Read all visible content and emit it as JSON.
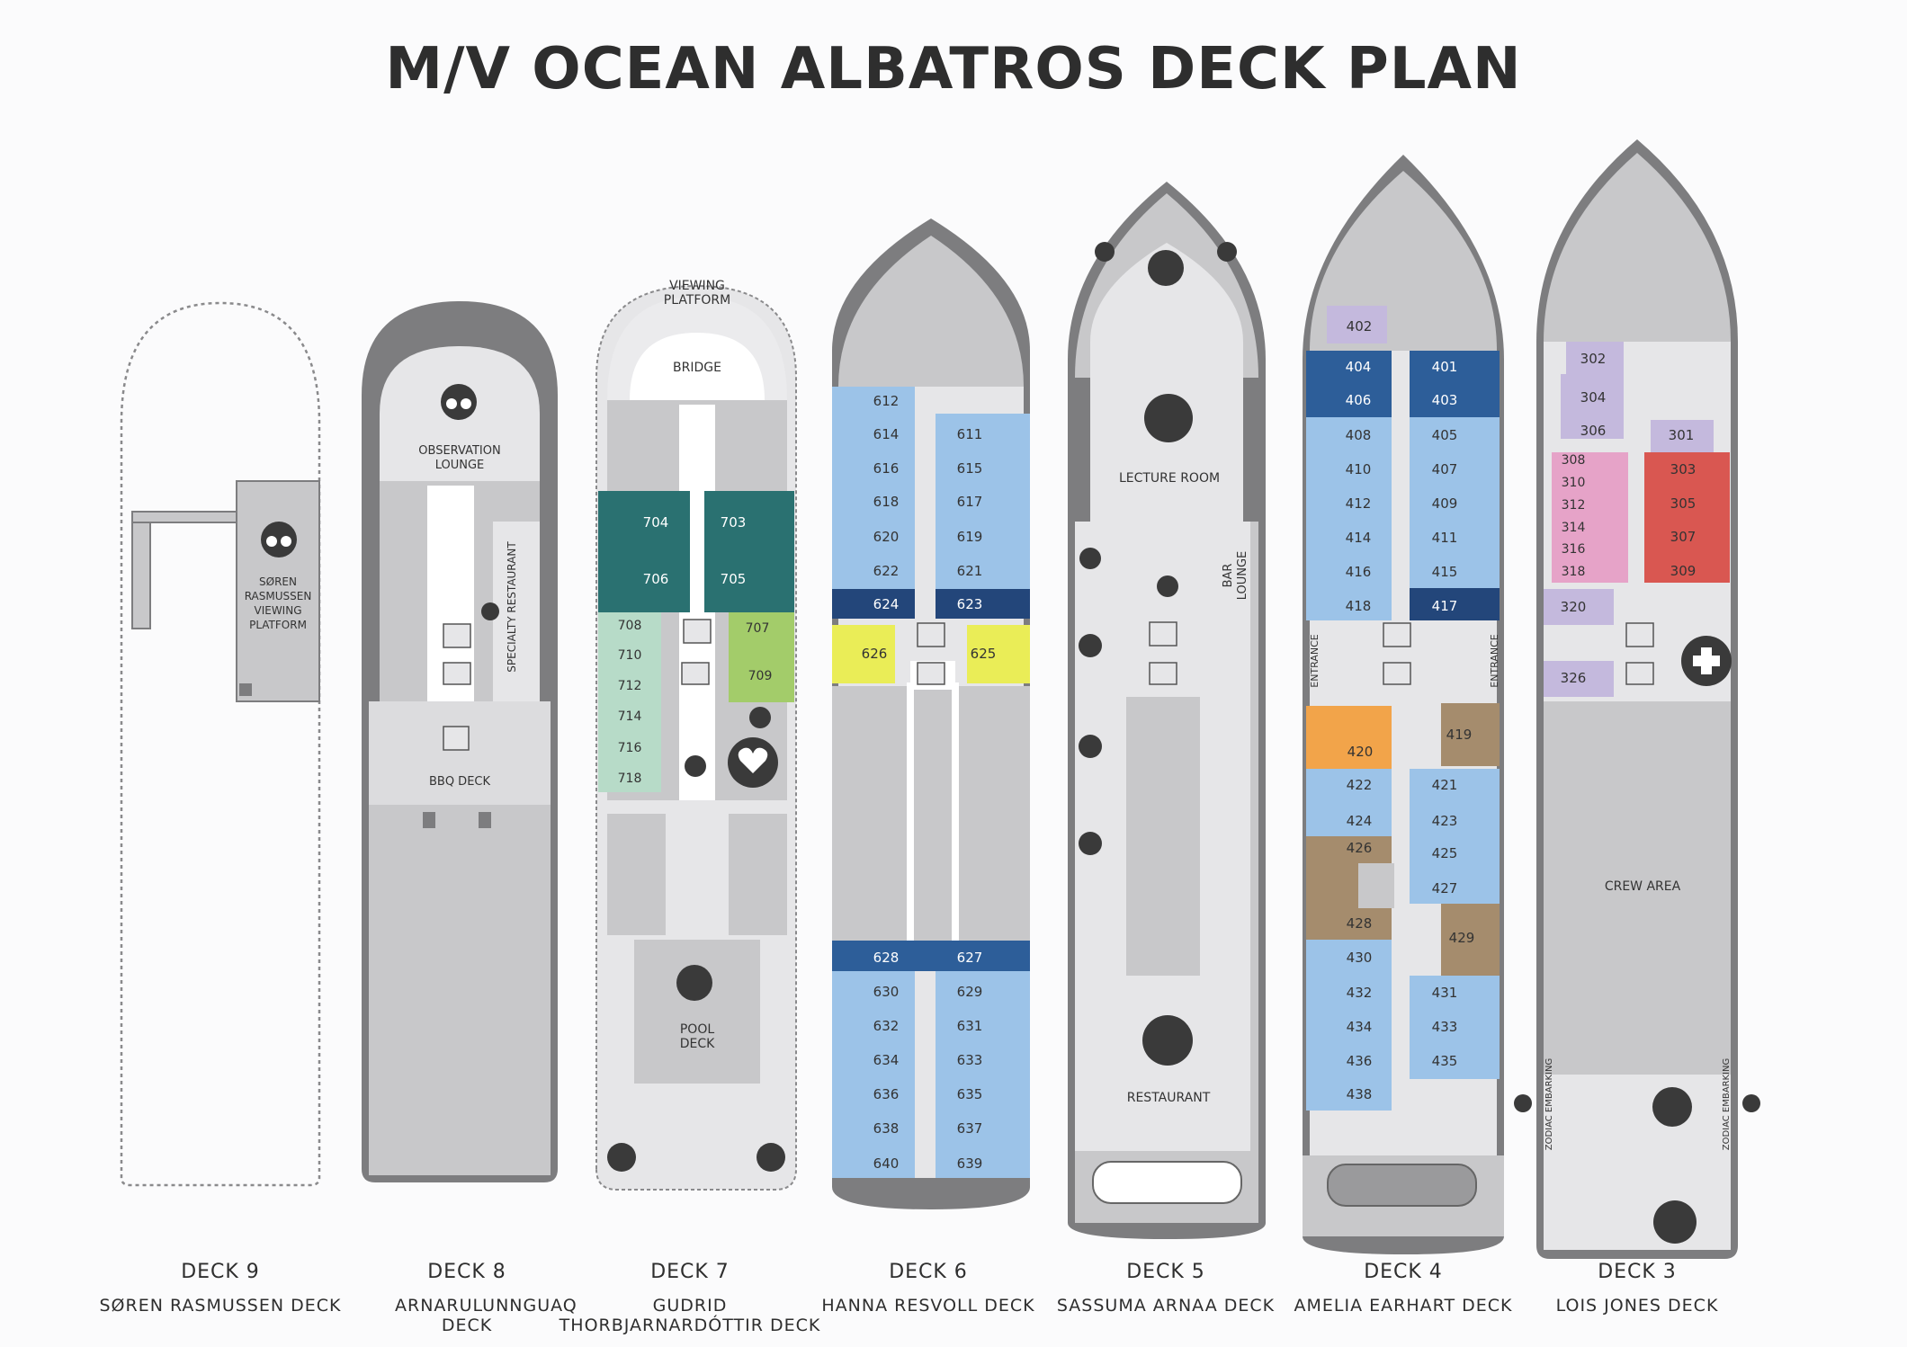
{
  "title": "M/V OCEAN ALBATROS DECK PLAN",
  "colors": {
    "hull": "#7d7d7f",
    "deck_floor": "#c8c8ca",
    "inner": "#e6e6e8",
    "light_blue": "#9cc3e8",
    "mid_blue": "#2d5e99",
    "dark_blue": "#23467a",
    "teal": "#2a7171",
    "mint": "#b7dbc8",
    "lime": "#a3cc6a",
    "yellow": "#eaed57",
    "lavender": "#c4b9dd",
    "pink": "#e6a3c8",
    "red": "#d95751",
    "orange": "#f2a44a",
    "brown": "#a58c6d"
  },
  "decks": [
    {
      "id": "9",
      "label": "DECK 9",
      "name": "SØREN RASMUSSEN DECK"
    },
    {
      "id": "8",
      "label": "DECK 8",
      "name": "ARNARULUNNGUAQ DECK"
    },
    {
      "id": "7",
      "label": "DECK 7",
      "name": "GUDRID THORBJARNARDÓTTIR DECK"
    },
    {
      "id": "6",
      "label": "DECK 6",
      "name": "HANNA RESVOLL DECK"
    },
    {
      "id": "5",
      "label": "DECK 5",
      "name": "SASSUMA ARNAA DECK"
    },
    {
      "id": "4",
      "label": "DECK 4",
      "name": "AMELIA EARHART DECK"
    },
    {
      "id": "3",
      "label": "DECK 3",
      "name": "LOIS JONES DECK"
    }
  ],
  "areas": {
    "soren_platform": [
      "SØREN",
      "RASMUSSEN",
      "VIEWING",
      "PLATFORM"
    ],
    "observation_lounge": [
      "OBSERVATION",
      "LOUNGE"
    ],
    "specialty_restaurant": "SPECIALTY RESTAURANT",
    "bbq_deck": "BBQ DECK",
    "viewing_platform": [
      "VIEWING",
      "PLATFORM"
    ],
    "bridge": "BRIDGE",
    "pool_deck": [
      "POOL",
      "DECK"
    ],
    "lecture_room": "LECTURE ROOM",
    "bar_lounge": [
      "BAR",
      "LOUNGE"
    ],
    "restaurant": "RESTAURANT",
    "entrance": "ENTRANCE",
    "crew_area": "CREW AREA",
    "zodiac_embarking": "ZODIAC EMBARKING"
  },
  "cabins": {
    "deck7": [
      "704",
      "703",
      "706",
      "705",
      "708",
      "710",
      "712",
      "714",
      "716",
      "718",
      "707",
      "709"
    ],
    "deck6": [
      "612",
      "611",
      "614",
      "616",
      "615",
      "618",
      "617",
      "620",
      "619",
      "622",
      "621",
      "624",
      "623",
      "626",
      "625",
      "628",
      "627",
      "630",
      "629",
      "632",
      "631",
      "634",
      "633",
      "636",
      "635",
      "638",
      "637",
      "640",
      "639"
    ],
    "deck4": [
      "402",
      "404",
      "401",
      "406",
      "403",
      "408",
      "405",
      "410",
      "407",
      "412",
      "409",
      "414",
      "411",
      "416",
      "415",
      "418",
      "417",
      "420",
      "419",
      "422",
      "421",
      "424",
      "423",
      "426",
      "425",
      "427",
      "428",
      "429",
      "430",
      "432",
      "431",
      "434",
      "433",
      "436",
      "435",
      "438"
    ],
    "deck3": [
      "302",
      "304",
      "306",
      "301",
      "308",
      "303",
      "310",
      "312",
      "305",
      "314",
      "307",
      "316",
      "318",
      "309",
      "320",
      "326"
    ]
  }
}
